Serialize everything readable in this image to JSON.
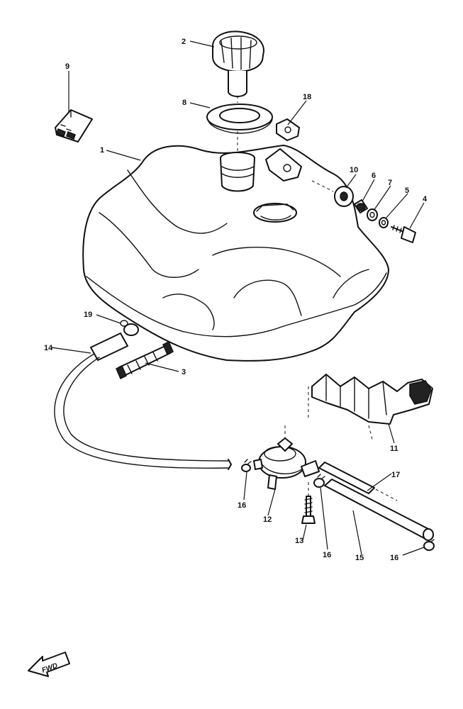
{
  "callouts": {
    "c1": "1",
    "c2": "2",
    "c3": "3",
    "c4": "4",
    "c5": "5",
    "c6": "6",
    "c7": "7",
    "c8": "8",
    "c9": "9",
    "c10": "10",
    "c11": "11",
    "c12": "12",
    "c13": "13",
    "c14": "14",
    "c15": "15",
    "c16a": "16",
    "c16b": "16",
    "c16c": "16",
    "c17": "17",
    "c18": "18",
    "c19": "19"
  },
  "fwd_label": "FWD",
  "colors": {
    "line": "#111111",
    "background": "#ffffff"
  },
  "icons": {
    "direction": "forward-arrow-icon"
  }
}
